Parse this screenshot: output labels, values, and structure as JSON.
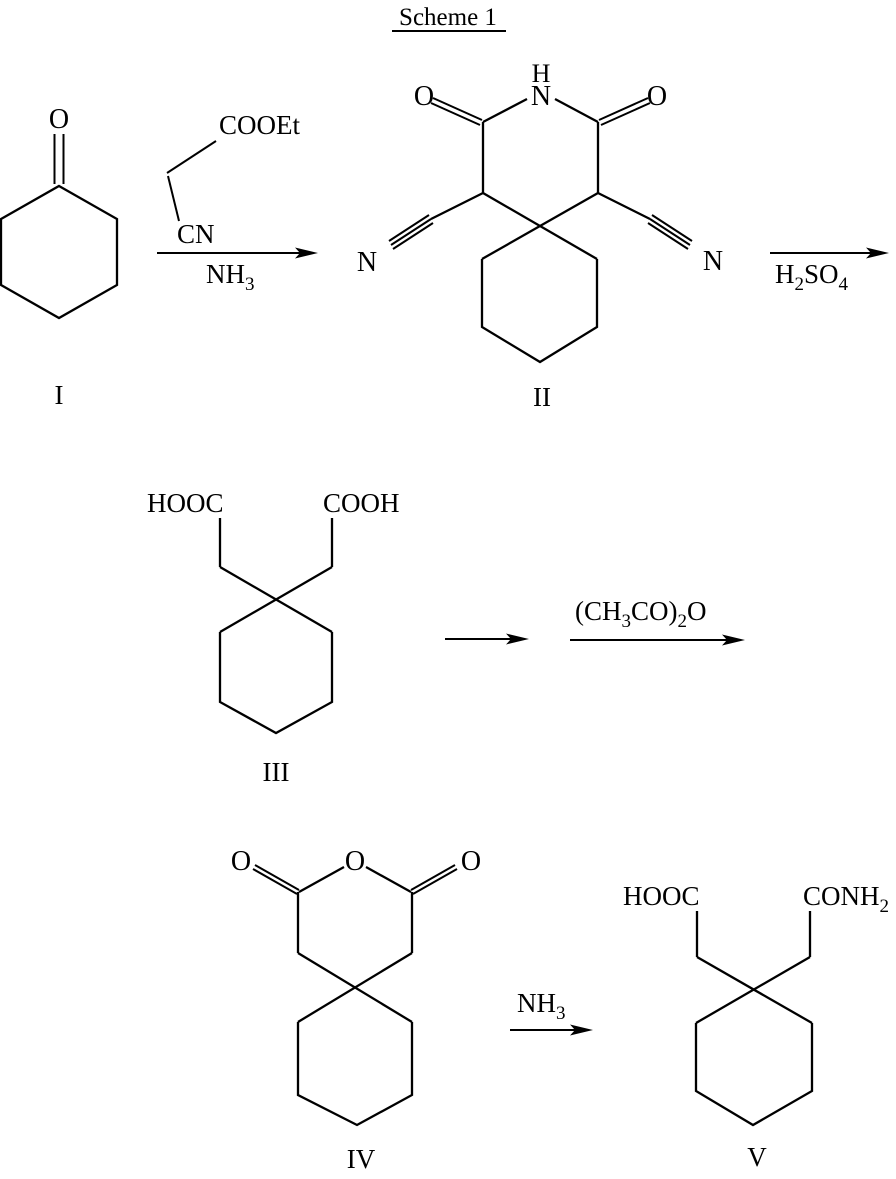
{
  "title": "Scheme 1",
  "glyphs": {
    "O": "O",
    "N": "N",
    "H": "H"
  },
  "compound_labels": {
    "i": "I",
    "ii": "II",
    "iii": "III",
    "iv": "IV",
    "v": "V"
  },
  "formulas": {
    "cooet": "COOEt",
    "cn": "CN",
    "nh3": {
      "base": "NH",
      "sub": "3"
    },
    "h2so4": {
      "p1": "H",
      "s1": "2",
      "p2": "SO",
      "s2": "4"
    },
    "ac2o": {
      "p1": "(CH",
      "s1": "3",
      "p2": "CO)",
      "s2": "2",
      "p3": "O"
    },
    "hooc": "HOOC",
    "cooh": "COOH",
    "conh2": {
      "p1": "CONH",
      "s1": "2"
    }
  }
}
